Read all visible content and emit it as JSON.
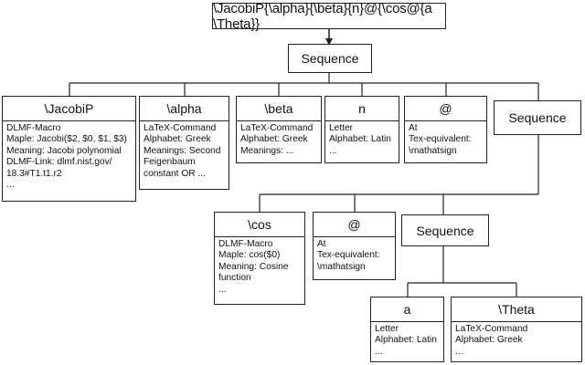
{
  "root": {
    "label": "\\JacobiP{\\alpha}{\\beta}{n}@{\\cos@{a \\Theta}}"
  },
  "sequences": {
    "top": "Sequence",
    "mid": "Sequence",
    "bottom": "Sequence"
  },
  "nodes": {
    "jacobip": {
      "title": "\\JacobiP",
      "lines": [
        "DLMF-Macro",
        "Maple: Jacobi($2, $0, $1, $3)",
        "Meaning: Jacobi polynomial",
        "DLMF-Link: dlmf.nist.gov/",
        "18.3#T1.t1.r2",
        "..."
      ]
    },
    "alpha": {
      "title": "\\alpha",
      "lines": [
        "LaTeX-Command",
        "Alphabet: Greek",
        "Meanings: Second",
        "Feigenbaum",
        "constant OR ..."
      ]
    },
    "beta": {
      "title": "\\beta",
      "lines": [
        "LaTeX-Command",
        "Alphabet: Greek",
        "Meanings: ..."
      ]
    },
    "n": {
      "title": "n",
      "lines": [
        "Letter",
        "Alphabet: Latin",
        "..."
      ]
    },
    "at1": {
      "title": "@",
      "lines": [
        "At",
        "Tex-equivalent:",
        "\\mathatsign"
      ]
    },
    "cos": {
      "title": "\\cos",
      "lines": [
        "DLMF-Macro",
        "Maple: cos($0)",
        "Meaning: Cosine",
        "function",
        "..."
      ]
    },
    "at2": {
      "title": "@",
      "lines": [
        "At",
        "Tex-equivalent:",
        "\\mathatsign"
      ]
    },
    "a": {
      "title": "a",
      "lines": [
        "Letter",
        "Alphabet: Latin",
        "..."
      ]
    },
    "theta": {
      "title": "\\Theta",
      "lines": [
        "LaTeX-Command",
        "Alphabet: Greek",
        "..."
      ]
    }
  }
}
